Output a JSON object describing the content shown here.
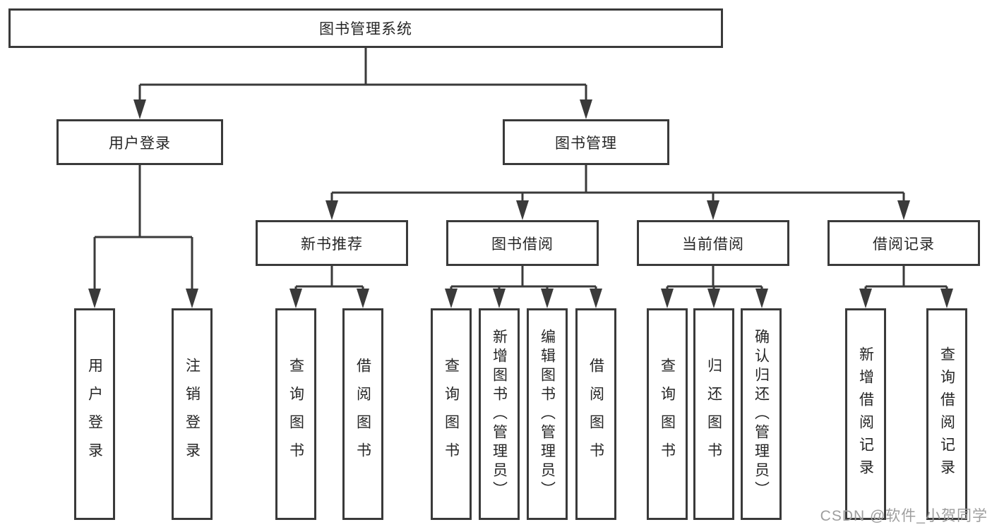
{
  "diagram": {
    "root": {
      "label": "图书管理系统"
    },
    "level2": {
      "user_login": {
        "label": "用户登录"
      },
      "book_management": {
        "label": "图书管理"
      }
    },
    "level3": {
      "new_book_recommend": {
        "label": "新书推荐"
      },
      "book_borrow": {
        "label": "图书借阅"
      },
      "current_borrow": {
        "label": "当前借阅"
      },
      "borrow_records": {
        "label": "借阅记录"
      }
    },
    "leaves": {
      "user_login": [
        "用户登录",
        "注销登录"
      ],
      "new_book_recommend": [
        "查询图书",
        "借阅图书"
      ],
      "book_borrow": [
        "查询图书",
        "新增图书（管理员）",
        "编辑图书（管理员）",
        "借阅图书"
      ],
      "current_borrow": [
        "查询图书",
        "归还图书",
        "确认归还（管理员）"
      ],
      "borrow_records": [
        "新增借阅记录",
        "查询借阅记录"
      ]
    }
  },
  "watermark": "CSDN @软件_小贺同学",
  "colors": {
    "line": "#3a3a3a",
    "text": "#262626",
    "watermark": "#9e9e9e",
    "background": "#ffffff"
  }
}
